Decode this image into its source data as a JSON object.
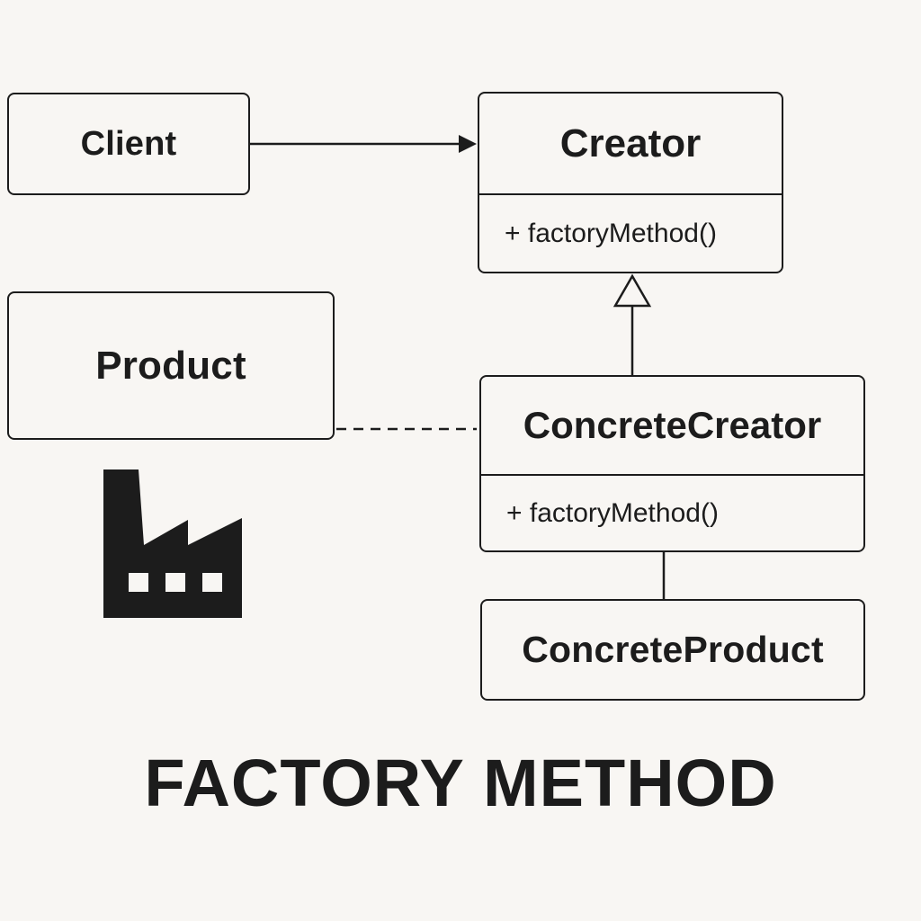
{
  "diagram": {
    "title": "FACTORY METHOD",
    "classes": {
      "client": {
        "name": "Client"
      },
      "creator": {
        "name": "Creator",
        "method": "+ factoryMethod()"
      },
      "product": {
        "name": "Product"
      },
      "concrete_creator": {
        "name": "ConcreteCreator",
        "method": "+ factoryMethod()"
      },
      "concrete_product": {
        "name": "ConcreteProduct"
      }
    },
    "relations": [
      {
        "from": "Client",
        "to": "Creator",
        "kind": "association-arrow"
      },
      {
        "from": "ConcreteCreator",
        "to": "Creator",
        "kind": "inheritance"
      },
      {
        "from": "Product",
        "to": "ConcreteCreator",
        "kind": "dependency-dashed"
      },
      {
        "from": "ConcreteCreator",
        "to": "ConcreteProduct",
        "kind": "line"
      }
    ],
    "icon": "factory-icon",
    "colors": {
      "background": "#f8f6f3",
      "ink": "#1c1c1c"
    }
  }
}
